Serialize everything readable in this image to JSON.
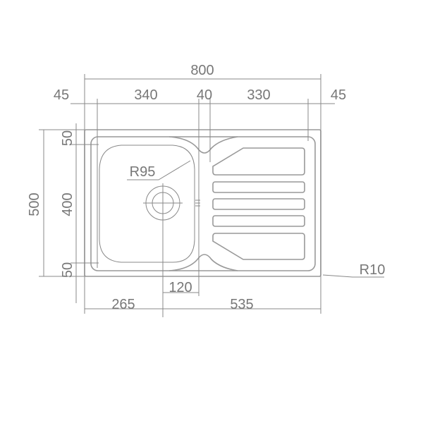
{
  "dimensions": {
    "overall_width": "800",
    "left_margin": "45",
    "bowl_width": "340",
    "divider": "40",
    "drainer_width": "330",
    "right_margin": "45",
    "overall_depth": "500",
    "top_margin": "50",
    "bowl_depth": "400",
    "bottom_margin": "50",
    "drain_offset": "265",
    "remaining": "535",
    "bowl_offset": "120",
    "bowl_radius": "R95",
    "corner_radius": "R10"
  },
  "colors": {
    "line": "#888888",
    "text": "#777777"
  }
}
